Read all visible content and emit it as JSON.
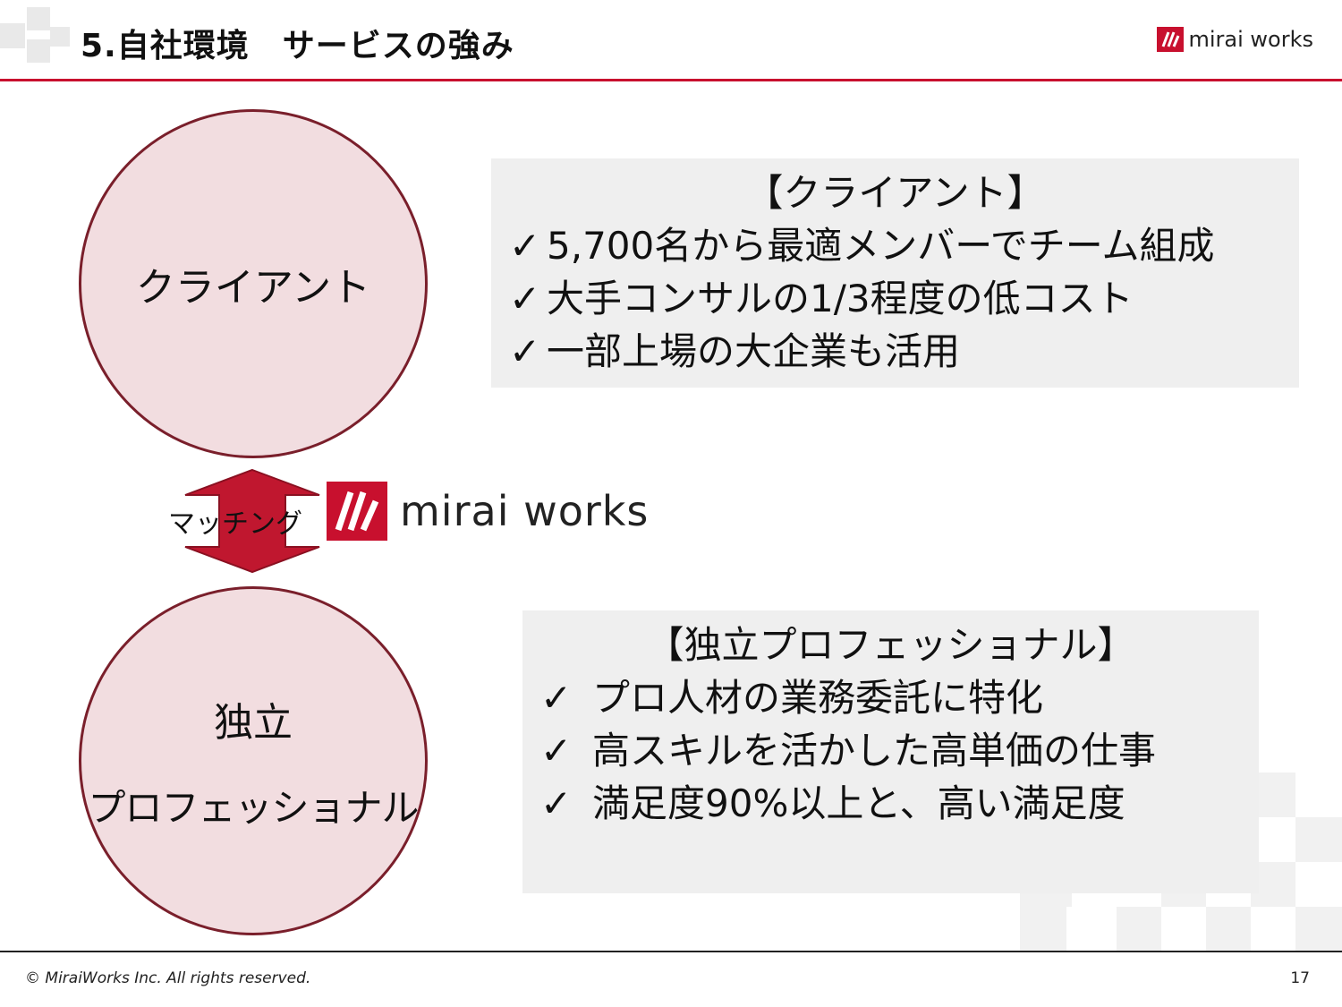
{
  "header": {
    "title": "5.自社環境　サービスの強み",
    "brand": "mirai works"
  },
  "diagram": {
    "client_circle": "クライアント",
    "pro_circle_line1": "独立",
    "pro_circle_line2": "プロフェッショナル",
    "matching_label": "マッチング",
    "brand": "mirai works"
  },
  "client_box": {
    "heading": "【クライアント】",
    "items": [
      "5,700名から最適メンバーでチーム組成",
      "大手コンサルの1/3程度の低コスト",
      "一部上場の大企業も活用"
    ]
  },
  "pro_box": {
    "heading": "【独立プロフェッショナル】",
    "items": [
      "プロ人材の業務委託に特化",
      "高スキルを活かした高単価の仕事",
      "満足度90%以上と、高い満足度"
    ]
  },
  "check_mark": "✓",
  "footer": {
    "copyright": "© MiraiWorks Inc. All rights reserved.",
    "page": "17"
  },
  "colors": {
    "accent": "#c8102e",
    "circle_fill": "#f2dde0",
    "circle_border": "#7a1f2b",
    "box_fill": "#efefef"
  }
}
